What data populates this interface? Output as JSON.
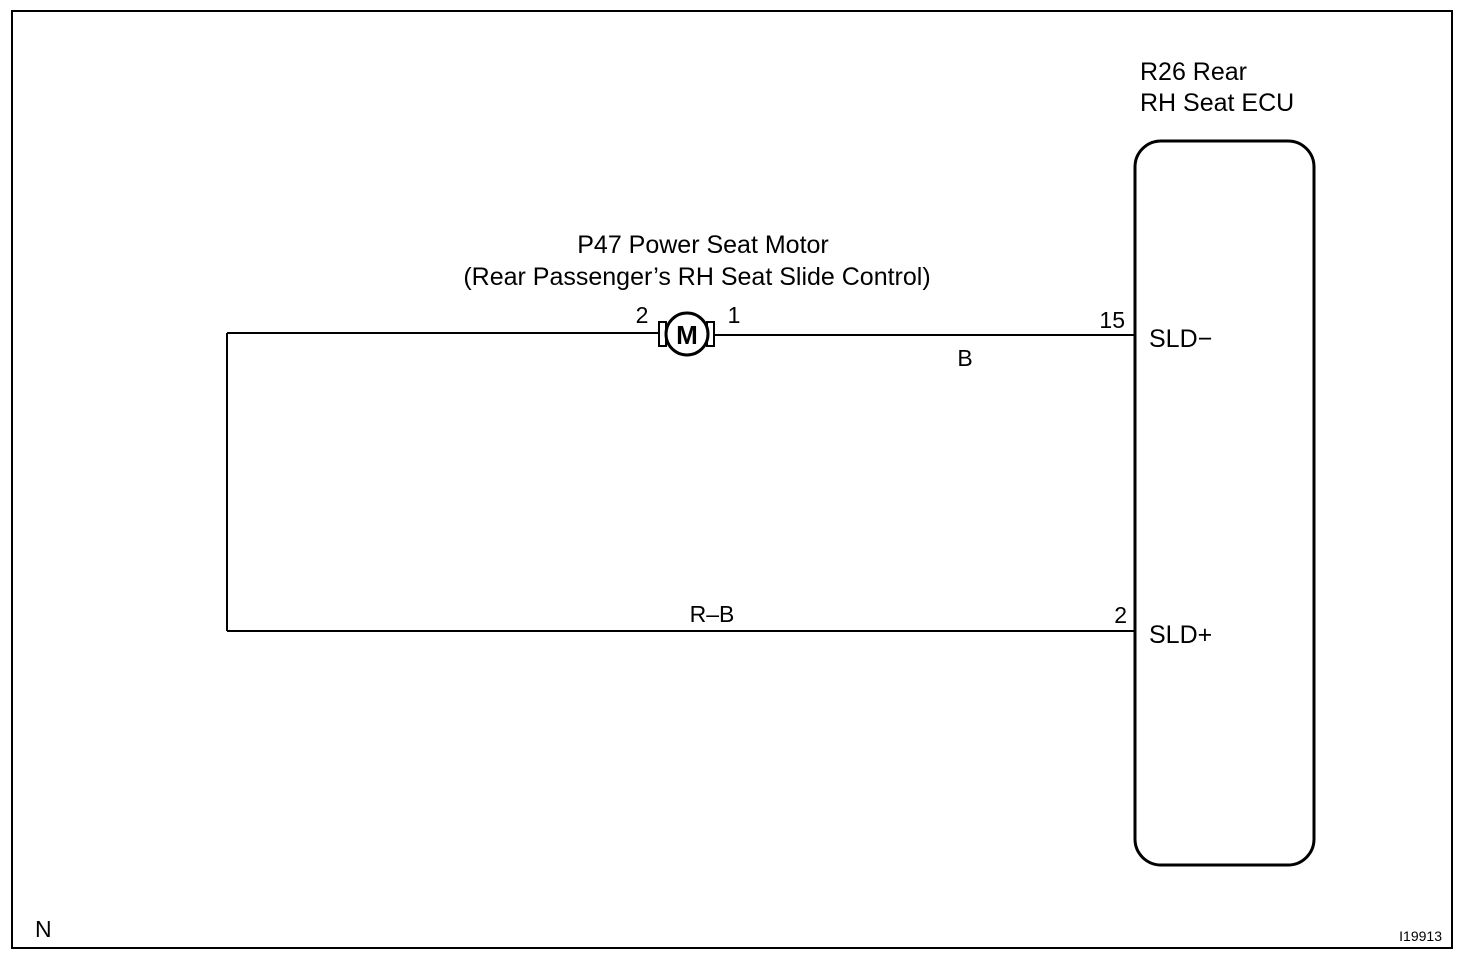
{
  "motor": {
    "title_line1": "P47 Power Seat Motor",
    "title_line2": "(Rear Passenger’s RH Seat Slide Control)",
    "symbol": "M",
    "pin_left": "2",
    "pin_right": "1"
  },
  "ecu": {
    "title_line1": "R26 Rear",
    "title_line2": "RH Seat ECU",
    "terminals": [
      {
        "pin": "15",
        "name": "SLD−"
      },
      {
        "pin": "2",
        "name": "SLD+"
      }
    ]
  },
  "wires": {
    "top_color": "B",
    "bottom_color": "R–B"
  },
  "footer": {
    "left_mark": "N",
    "figure_id": "I19913"
  }
}
